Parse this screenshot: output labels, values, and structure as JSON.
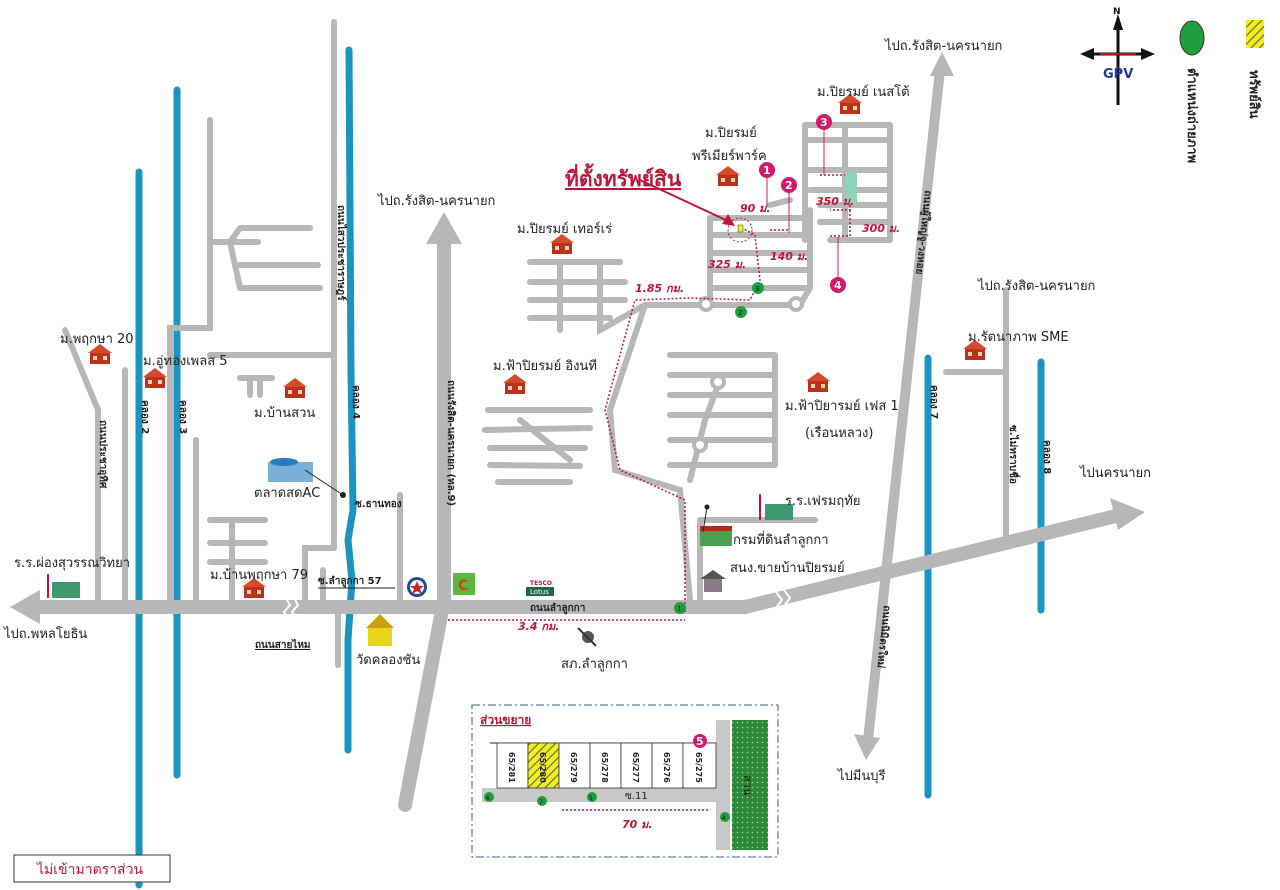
{
  "legend": {
    "property_label": "ทรัพย์สิน",
    "photo_label": "ตำแหน่งถ่ายภาพ",
    "compass_n": "N",
    "compass_brand": "GPV",
    "property_color": "#e8e81a",
    "photo_color": "#1e9e3c"
  },
  "title": {
    "property_location": "ที่ตั้งทรัพย์สิน"
  },
  "directions": {
    "to_rangsit_nakhonnayok_1": "ไปถ.รังสิต-นครนายก",
    "to_rangsit_nakhonnayok_2": "ไปถ.รังสิต-นครนายก",
    "to_rangsit_nakhonnayok_3": "ไปถ.รังสิต-นครนายก",
    "to_nakhonnayok": "ไปนครนายก",
    "to_phaholyothin": "ไปถ.พหลโยธิน",
    "to_minburi": "ไปมีนบุรี"
  },
  "roads": {
    "lam_luk_ka": "ถนนลำลูกกา",
    "sai_mai": "ถนนสายไหม",
    "prachauthit": "ถนนประชาอุทิศ",
    "sawai_pracharat": "ถนนไสวประชาราษฎร์",
    "rangsit_nakhonnayok": "ถนนรังสิต-นครนายก (ทล.9)",
    "phuyai_ju": "ถนนผู้ใหญ่จู-วงหอย",
    "nimit_mai": "ถนนนิมิตรใหม่",
    "soi_unknown": "ซ.ไม่ทราบชื่อ",
    "soi_than_thong": "ซ.ธานทอง",
    "soi_lam_luk_ka_57": "ซ.ลำลูกกา 57"
  },
  "canals": [
    "คลอง 2",
    "คลอง 3",
    "คลอง 4",
    "คลอง 7",
    "คลอง 8"
  ],
  "places": {
    "pruksa_20": "ม.พฤกษา 20",
    "uthong_place_5": "ม.อู่ทองเพลส 5",
    "baan_suan": "ม.บ้านสวน",
    "piyarom_terrace": "ม.ปิยรมย์ เทอร์เร่",
    "piyarom_premier_1": "ม.ปิยรมย์",
    "piyarom_premier_2": "พรีเมียร์พาร์ค",
    "piyarom_nesto": "ม.ปิยรมย์ เนสโต้",
    "fah_piyarom_inthee": "ม.ฟ้าปิยรมย์ อิงนที",
    "fah_piyarom_phase1_1": "ม.ฟ้าปิยารมย์ เฟส 1",
    "fah_piyarom_phase1_2": "(เรือนหลวง)",
    "rattanaphap_sme": "ม.รัตนาภาพ SME",
    "talad_ac": "ตลาดสดAC",
    "school_phongsuwan": "ร.ร.ผ่องสุวรรณวิทยา",
    "baan_pruksa_79": "ม.บ้านพฤกษา 79",
    "wat_khlong_chan": "วัดคลองชัน",
    "police_lam_luk_ka": "สภ.ลำลูกกา",
    "school_prem": "ร.ร.เฟรมฤทัย",
    "land_office": "กรมที่ดินลำลูกกา",
    "sales_office": "สนง.ขายบ้านปิยรมย์",
    "tesco_1": "TESCO",
    "tesco_2": "Lotus"
  },
  "distances": {
    "d_185km": "1.85 กม.",
    "d_34km": "3.4 กม.",
    "d_90m": "90 ม.",
    "d_325m": "325 ม.",
    "d_140m": "140 ม.",
    "d_350m": "350 ม.",
    "d_300m": "300 ม."
  },
  "markers": [
    "1",
    "2",
    "3",
    "4",
    "5"
  ],
  "photo_points": [
    "1",
    "2",
    "3",
    "4",
    "5",
    "6",
    "7"
  ],
  "inset": {
    "title": "ส่วนขยาย",
    "plots": [
      "65/281",
      "65/280",
      "65/279",
      "65/278",
      "65/277",
      "65/276",
      "65/275"
    ],
    "soi": "ซ.11",
    "garden": "สวน",
    "distance": "70 ม."
  },
  "footer_note": "ไม่เข้ามาตราส่วน"
}
